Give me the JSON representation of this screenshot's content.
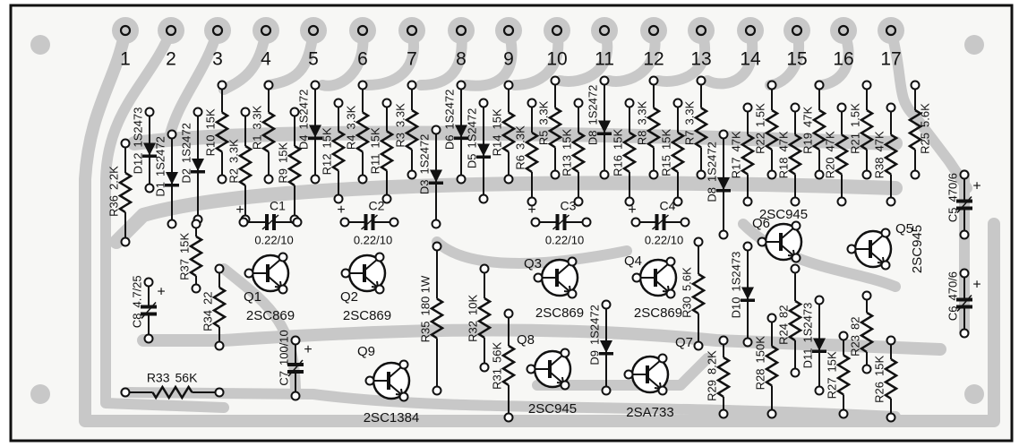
{
  "terminals": [
    "1",
    "2",
    "3",
    "4",
    "5",
    "6",
    "7",
    "8",
    "9",
    "10",
    "11",
    "12",
    "13",
    "14",
    "15",
    "16",
    "17"
  ],
  "components": [
    {
      "ref": "R36",
      "value": "2.2K",
      "type": "resistor"
    },
    {
      "ref": "D12",
      "value": "1S2473",
      "type": "diode"
    },
    {
      "ref": "D1",
      "value": "1S2472",
      "type": "diode"
    },
    {
      "ref": "D2",
      "value": "1S2472",
      "type": "diode"
    },
    {
      "ref": "R10",
      "value": "15K",
      "type": "resistor"
    },
    {
      "ref": "R2",
      "value": "3.3K",
      "type": "resistor"
    },
    {
      "ref": "R1",
      "value": "3.3K",
      "type": "resistor"
    },
    {
      "ref": "R9",
      "value": "15K",
      "type": "resistor"
    },
    {
      "ref": "D4",
      "value": "1S2472",
      "type": "diode"
    },
    {
      "ref": "R12",
      "value": "15K",
      "type": "resistor"
    },
    {
      "ref": "R4",
      "value": "3.3K",
      "type": "resistor"
    },
    {
      "ref": "R11",
      "value": "15K",
      "type": "resistor"
    },
    {
      "ref": "R3",
      "value": "3.3K",
      "type": "resistor"
    },
    {
      "ref": "D3",
      "value": "1S2472",
      "type": "diode"
    },
    {
      "ref": "D6",
      "value": "1S2472",
      "type": "diode"
    },
    {
      "ref": "D5",
      "value": "1S2472",
      "type": "diode"
    },
    {
      "ref": "R14",
      "value": "15K",
      "type": "resistor"
    },
    {
      "ref": "R6",
      "value": "3.3K",
      "type": "resistor"
    },
    {
      "ref": "R5",
      "value": "3.3K",
      "type": "resistor"
    },
    {
      "ref": "R13",
      "value": "15K",
      "type": "resistor"
    },
    {
      "ref": "D8",
      "value": "1S2472",
      "type": "diode"
    },
    {
      "ref": "R16",
      "value": "15K",
      "type": "resistor"
    },
    {
      "ref": "R8",
      "value": "3.3K",
      "type": "resistor"
    },
    {
      "ref": "R15",
      "value": "15K",
      "type": "resistor"
    },
    {
      "ref": "R7",
      "value": "3.3K",
      "type": "resistor"
    },
    {
      "ref": "D8",
      "value": "1S2472",
      "type": "diode"
    },
    {
      "ref": "R17",
      "value": "47K",
      "type": "resistor"
    },
    {
      "ref": "R22",
      "value": "1.5K",
      "type": "resistor"
    },
    {
      "ref": "R18",
      "value": "47K",
      "type": "resistor"
    },
    {
      "ref": "R19",
      "value": "47K",
      "type": "resistor"
    },
    {
      "ref": "R20",
      "value": "47K",
      "type": "resistor"
    },
    {
      "ref": "R21",
      "value": "1.5K",
      "type": "resistor"
    },
    {
      "ref": "R38",
      "value": "47K",
      "type": "resistor"
    },
    {
      "ref": "R25",
      "value": "5.6K",
      "type": "resistor"
    },
    {
      "ref": "C5",
      "value": "470/6",
      "type": "capacitor"
    },
    {
      "ref": "C6",
      "value": "470/6",
      "type": "capacitor"
    },
    {
      "ref": "C8",
      "value": "4.7/25",
      "type": "capacitor"
    },
    {
      "ref": "R37",
      "value": "15K",
      "type": "resistor"
    },
    {
      "ref": "R34",
      "value": "22",
      "type": "resistor"
    },
    {
      "ref": "C7",
      "value": "100/10",
      "type": "capacitor"
    },
    {
      "ref": "R35",
      "value": "180 1W",
      "type": "resistor"
    },
    {
      "ref": "R32",
      "value": "10K",
      "type": "resistor"
    },
    {
      "ref": "R31",
      "value": "56K",
      "type": "resistor"
    },
    {
      "ref": "D9",
      "value": "1S2472",
      "type": "diode"
    },
    {
      "ref": "R30",
      "value": "5.6K",
      "type": "resistor"
    },
    {
      "ref": "D10",
      "value": "1S2473",
      "type": "diode"
    },
    {
      "ref": "R29",
      "value": "8.2K",
      "type": "resistor"
    },
    {
      "ref": "R28",
      "value": "150K",
      "type": "resistor"
    },
    {
      "ref": "R24",
      "value": "82",
      "type": "resistor"
    },
    {
      "ref": "D11",
      "value": "1S2473",
      "type": "diode"
    },
    {
      "ref": "R27",
      "value": "15K",
      "type": "resistor"
    },
    {
      "ref": "R23",
      "value": "82",
      "type": "resistor"
    },
    {
      "ref": "R26",
      "value": "15K",
      "type": "resistor"
    }
  ],
  "hcomponents": [
    {
      "ref": "C1",
      "value": "0.22/10",
      "type": "capacitor"
    },
    {
      "ref": "C2",
      "value": "0.22/10",
      "type": "capacitor"
    },
    {
      "ref": "C3",
      "value": "0.22/10",
      "type": "capacitor"
    },
    {
      "ref": "C4",
      "value": "0.22/10",
      "type": "capacitor"
    },
    {
      "ref": "R33",
      "value": "56K",
      "type": "resistor"
    }
  ],
  "transistors": [
    {
      "ref": "Q1",
      "part": "2SC869"
    },
    {
      "ref": "Q2",
      "part": "2SC869"
    },
    {
      "ref": "Q3",
      "part": "2SC869"
    },
    {
      "ref": "Q4",
      "part": "2SC869"
    },
    {
      "ref": "Q6",
      "part": "2SC945"
    },
    {
      "ref": "Q5",
      "part": "2SC945"
    },
    {
      "ref": "Q8",
      "part": "2SC945"
    },
    {
      "ref": "Q7",
      "part": "2SA733"
    },
    {
      "ref": "Q9",
      "part": "2SC1384"
    }
  ],
  "polarity_mark": "+",
  "colors": {
    "copper": "#c8c8c8",
    "ink": "#111111",
    "board": "#f7f7f5"
  }
}
